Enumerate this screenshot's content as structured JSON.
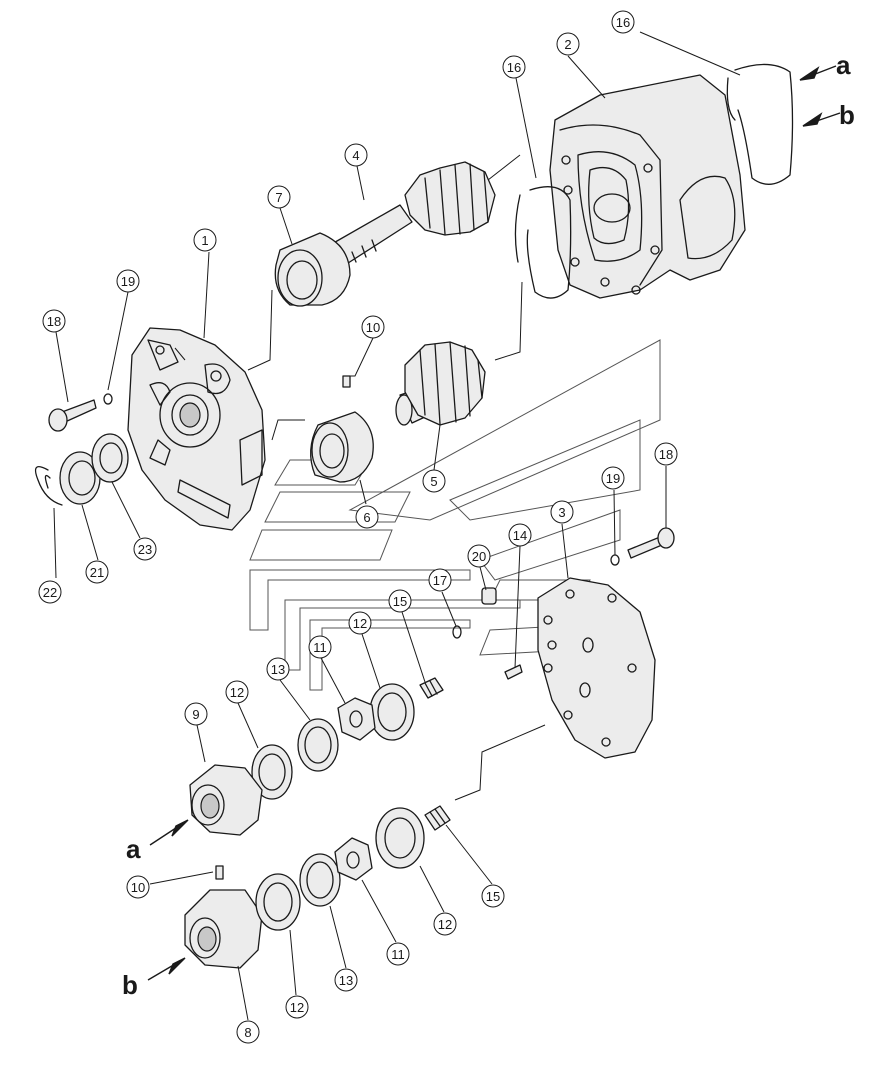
{
  "callouts": [
    {
      "label": "1"
    },
    {
      "label": "2"
    },
    {
      "label": "3"
    },
    {
      "label": "4"
    },
    {
      "label": "5"
    },
    {
      "label": "6"
    },
    {
      "label": "7"
    },
    {
      "label": "8"
    },
    {
      "label": "9"
    },
    {
      "label": "10"
    },
    {
      "label": "10"
    },
    {
      "label": "11"
    },
    {
      "label": "11"
    },
    {
      "label": "12"
    },
    {
      "label": "12"
    },
    {
      "label": "12"
    },
    {
      "label": "12"
    },
    {
      "label": "13"
    },
    {
      "label": "13"
    },
    {
      "label": "14"
    },
    {
      "label": "15"
    },
    {
      "label": "15"
    },
    {
      "label": "16"
    },
    {
      "label": "16"
    },
    {
      "label": "17"
    },
    {
      "label": "18"
    },
    {
      "label": "18"
    },
    {
      "label": "19"
    },
    {
      "label": "19"
    },
    {
      "label": "20"
    },
    {
      "label": "21"
    },
    {
      "label": "22"
    },
    {
      "label": "23"
    }
  ],
  "view_markers": [
    {
      "label": "a"
    },
    {
      "label": "b"
    },
    {
      "label": "a"
    },
    {
      "label": "b"
    }
  ]
}
